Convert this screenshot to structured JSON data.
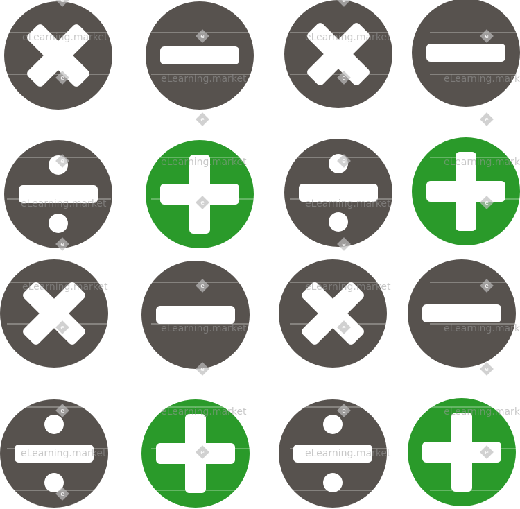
{
  "colors": {
    "background": "#ffffff",
    "gray_circle": "#57524e",
    "green_circle": "#2a9a2a",
    "symbol": "#ffffff",
    "watermark": "#9b9b9b"
  },
  "watermark": {
    "text": "eLearning.market",
    "badge_letter": "e"
  },
  "icons": [
    {
      "symbol": "multiply",
      "color": "gray"
    },
    {
      "symbol": "minus",
      "color": "gray"
    },
    {
      "symbol": "multiply",
      "color": "gray"
    },
    {
      "symbol": "minus",
      "color": "gray"
    },
    {
      "symbol": "divide",
      "color": "gray"
    },
    {
      "symbol": "plus",
      "color": "green"
    },
    {
      "symbol": "divide",
      "color": "gray"
    },
    {
      "symbol": "plus",
      "color": "green"
    },
    {
      "symbol": "multiply",
      "color": "gray"
    },
    {
      "symbol": "minus",
      "color": "gray"
    },
    {
      "symbol": "multiply",
      "color": "gray"
    },
    {
      "symbol": "minus",
      "color": "gray"
    },
    {
      "symbol": "divide",
      "color": "gray"
    },
    {
      "symbol": "plus",
      "color": "green"
    },
    {
      "symbol": "divide",
      "color": "gray"
    },
    {
      "symbol": "plus",
      "color": "green"
    }
  ]
}
